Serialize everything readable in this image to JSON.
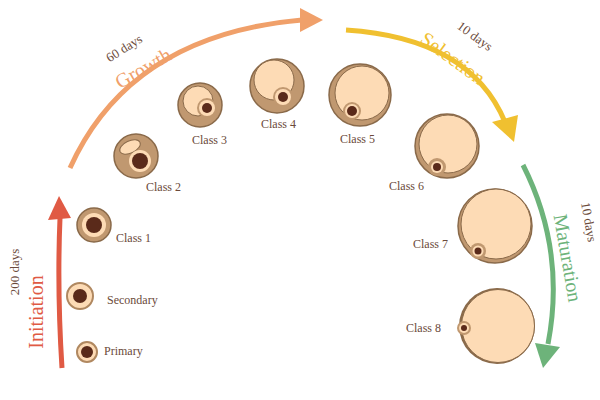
{
  "diagram": {
    "labels": [
      "200 days",
      "Initiation",
      "Primary",
      "Secondary",
      "Class 1",
      "60 days",
      "Growth",
      "Class 2",
      "Class 3",
      "Class 4",
      "Class 5",
      "Selection",
      "10 days",
      "Class 6",
      "Class 7",
      "Maturation",
      "10 days",
      "Class 8"
    ]
  }
}
